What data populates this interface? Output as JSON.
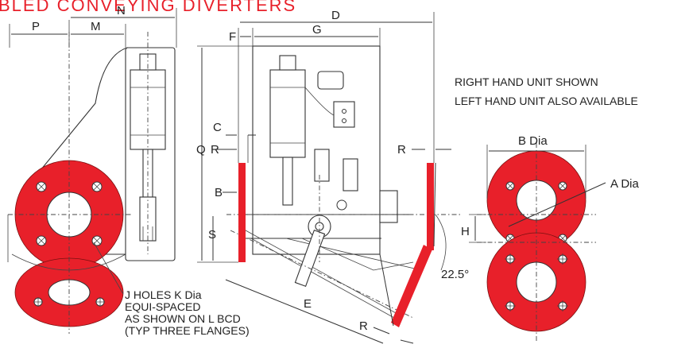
{
  "title": "BLED CONVEYING DIVERTERS",
  "dimensions": {
    "N": "N",
    "P": "P",
    "M": "M",
    "D": "D",
    "F": "F",
    "G": "G",
    "C": "C",
    "Q": "Q",
    "R": "R",
    "B": "B",
    "S": "S",
    "E": "E",
    "H": "H",
    "angle": "22.5°",
    "b_dia": "B Dia",
    "a_dia": "A Dia"
  },
  "notes": {
    "unit_line1": "RIGHT HAND UNIT SHOWN",
    "unit_line2": "LEFT HAND UNIT ALSO AVAILABLE",
    "holes_line1": "J HOLES K Dia",
    "holes_line2": "EQUI-SPACED",
    "holes_line3": "AS SHOWN ON L BCD",
    "holes_line4": "(TYP THREE FLANGES)"
  },
  "colors": {
    "flange": "#e8202a",
    "title": "#e8202a",
    "line": "#333333"
  }
}
